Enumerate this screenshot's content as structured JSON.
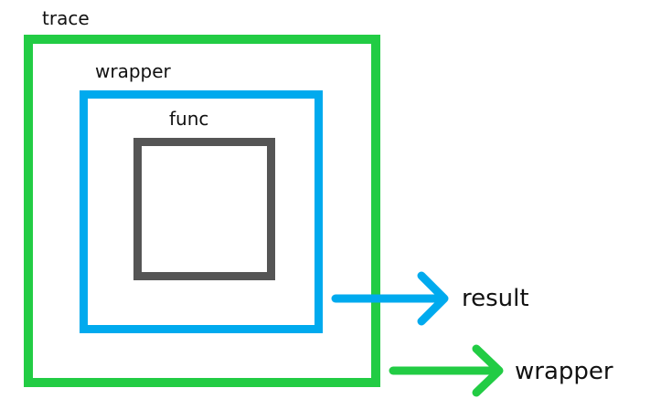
{
  "labels": {
    "trace": "trace",
    "wrapper": "wrapper",
    "func": "func",
    "result": "result",
    "output_wrapper": "wrapper"
  },
  "colors": {
    "trace": "#22cc44",
    "wrapper": "#00aaee",
    "func": "#555555"
  }
}
